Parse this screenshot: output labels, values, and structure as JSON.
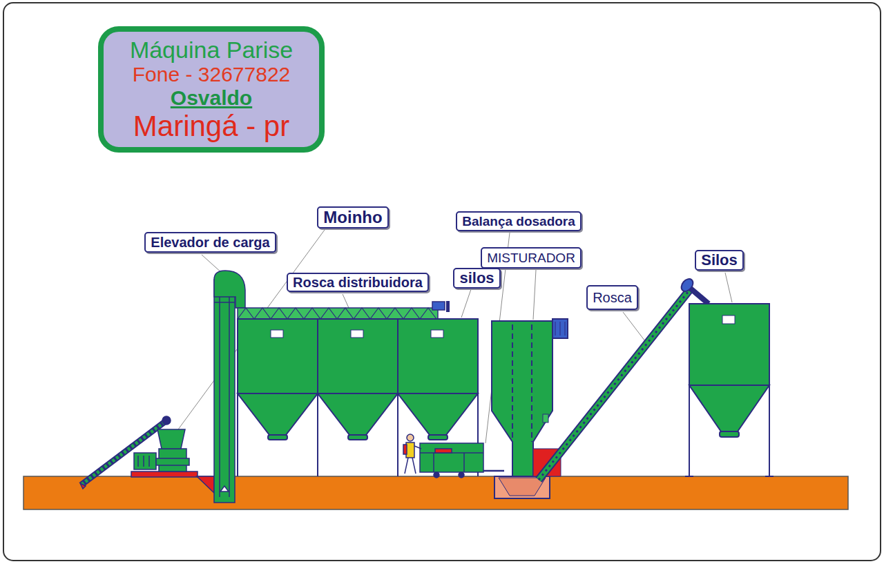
{
  "diagram": {
    "nodes": [
      {
        "text": [
          "Máquina Parise",
          "Fone - 32677822",
          "Osvaldo",
          "Maringá - pr"
        ]
      },
      {
        "text": [
          "Moinho"
        ]
      },
      {
        "text": [
          "Balança dosadora"
        ]
      },
      {
        "text": [
          "Elevador de carga"
        ]
      },
      {
        "text": [
          "MISTURADOR"
        ]
      },
      {
        "text": [
          "Silos"
        ]
      },
      {
        "text": [
          "silos"
        ]
      },
      {
        "text": [
          "Rosca distribuidora"
        ]
      },
      {
        "text": [
          "Rosca"
        ]
      }
    ]
  }
}
